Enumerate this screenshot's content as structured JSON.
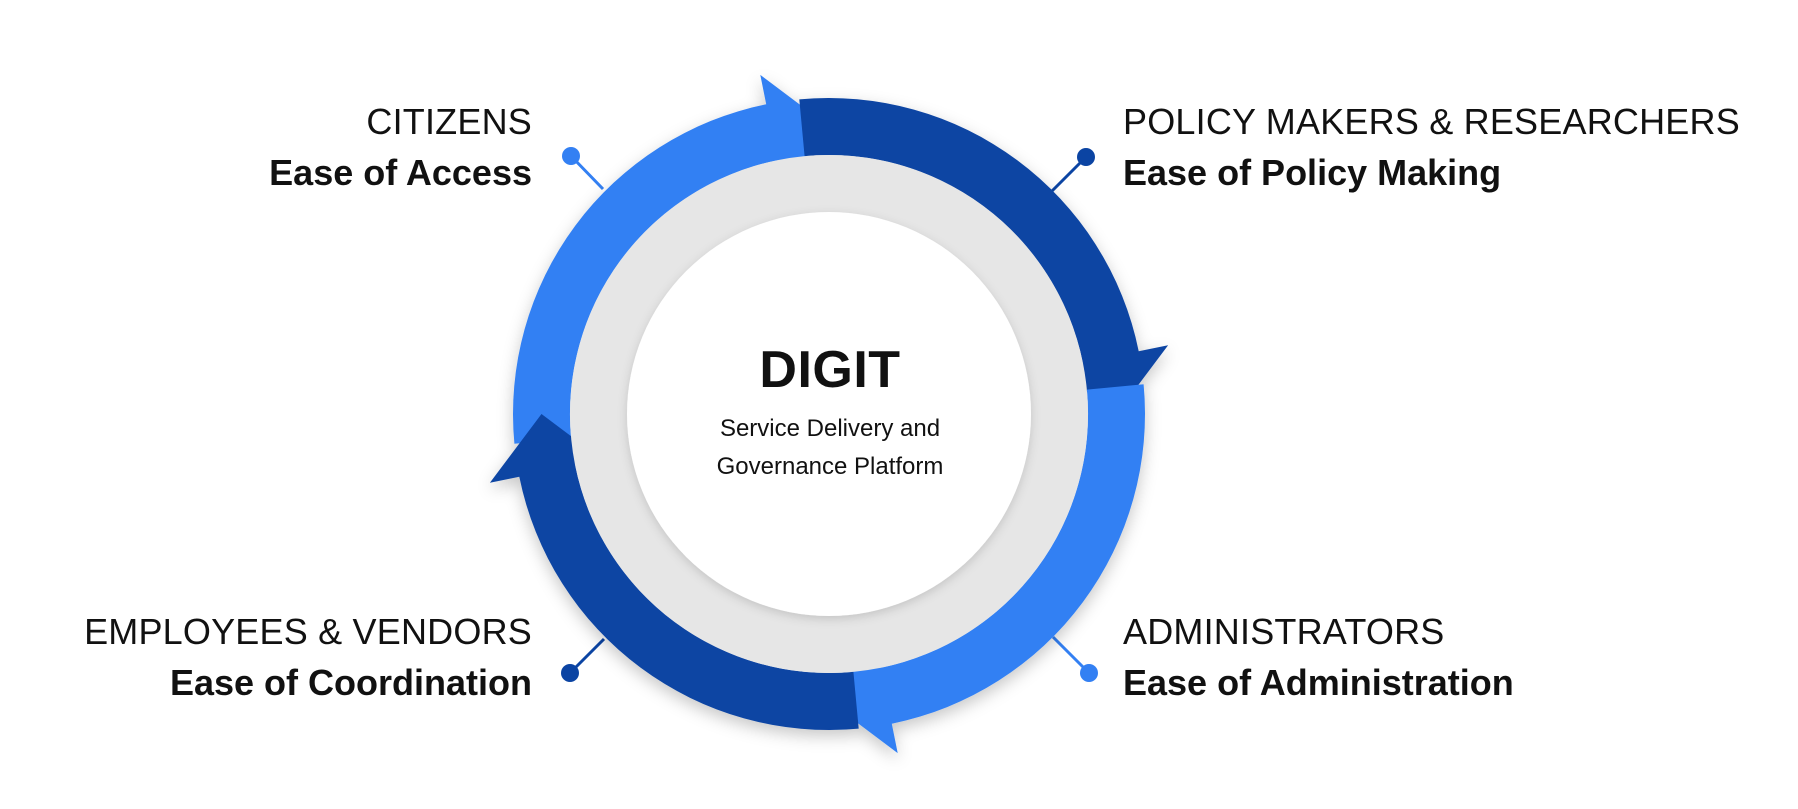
{
  "diagram": {
    "center": {
      "title": "DIGIT",
      "subtitle_line1": "Service Delivery and",
      "subtitle_line2": "Governance Platform"
    },
    "stakeholders": {
      "citizens": {
        "role": "CITIZENS",
        "benefit": "Ease of Access"
      },
      "policy": {
        "role": "POLICY MAKERS & RESEARCHERS",
        "benefit": "Ease of Policy Making"
      },
      "administrators": {
        "role": "ADMINISTRATORS",
        "benefit": "Ease of Administration"
      },
      "employees": {
        "role": "EMPLOYEES & VENDORS",
        "benefit": "Ease of Coordination"
      }
    },
    "colors": {
      "light_blue": "#3380f3",
      "dark_blue": "#0b44a3",
      "ring_gray": "#e6e6e6",
      "center_white": "#ffffff",
      "text": "#111111"
    }
  }
}
